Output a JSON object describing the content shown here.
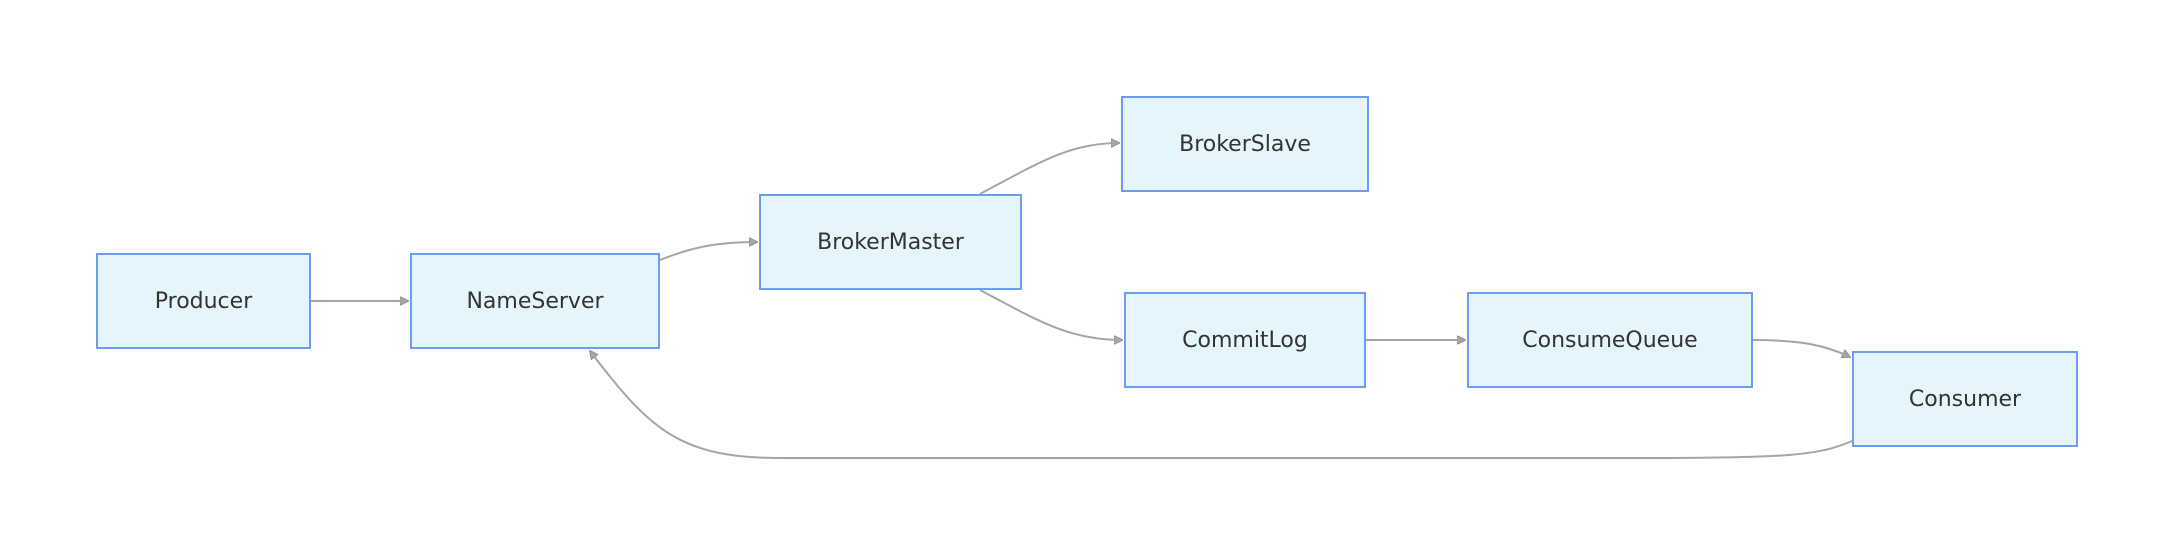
{
  "diagram": {
    "nodes": [
      {
        "id": "producer",
        "label": "Producer"
      },
      {
        "id": "nameserver",
        "label": "NameServer"
      },
      {
        "id": "brokermaster",
        "label": "BrokerMaster"
      },
      {
        "id": "brokerslave",
        "label": "BrokerSlave"
      },
      {
        "id": "commitlog",
        "label": "CommitLog"
      },
      {
        "id": "consumequeue",
        "label": "ConsumeQueue"
      },
      {
        "id": "consumer",
        "label": "Consumer"
      }
    ],
    "edges": [
      {
        "from": "producer",
        "to": "nameserver"
      },
      {
        "from": "nameserver",
        "to": "brokermaster"
      },
      {
        "from": "brokermaster",
        "to": "brokerslave"
      },
      {
        "from": "brokermaster",
        "to": "commitlog"
      },
      {
        "from": "commitlog",
        "to": "consumequeue"
      },
      {
        "from": "consumequeue",
        "to": "consumer"
      },
      {
        "from": "consumer",
        "to": "nameserver"
      }
    ],
    "colors": {
      "node_fill": "#e5f5fc",
      "node_border": "#6d9cf2",
      "edge": "#a6a6a6",
      "text": "#333333"
    }
  }
}
